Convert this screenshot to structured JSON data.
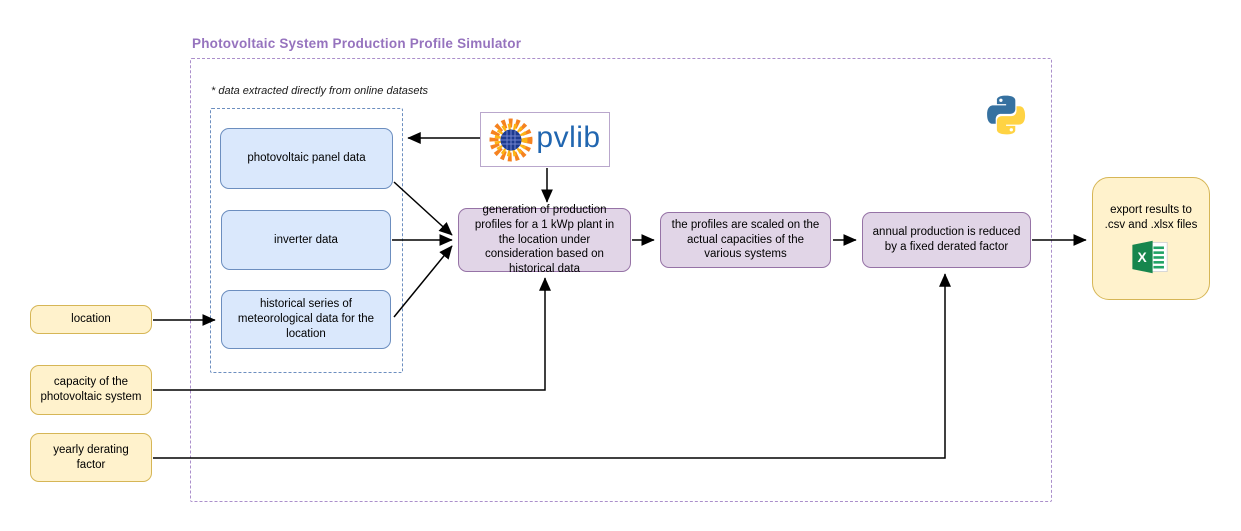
{
  "diagram": {
    "title": "Photovoltaic System Production Profile Simulator",
    "note": "* data extracted directly from online datasets",
    "nodes": {
      "pv_panel": {
        "label": "photovoltaic panel data"
      },
      "inverter": {
        "label": "inverter data"
      },
      "historical": {
        "label": "historical series of meteorological data for the location"
      },
      "generation": {
        "label": "generation of production profiles for a 1 kWp plant in the location under consideration based on historical data"
      },
      "scaling": {
        "label": "the profiles are scaled on the actual capacities of the various systems"
      },
      "derating": {
        "label": "annual production is reduced by a fixed derated factor"
      },
      "location": {
        "label": "location"
      },
      "capacity": {
        "label": "capacity of the photovoltaic system"
      },
      "yearly_derating": {
        "label": "yearly derating factor"
      },
      "export": {
        "label": "export results to .csv and .xlsx files"
      }
    },
    "logos": {
      "pvlib_wordmark": "pvlib",
      "pvlib_icon": "pvlib-sun-icon",
      "python_icon": "python-logo-icon",
      "excel_icon": "excel-logo-icon"
    },
    "colors": {
      "title": "#9673be",
      "outer_border": "#ab8fcb",
      "inner_border": "#6c8ebf",
      "blue_fill": "#dae8fc",
      "blue_border": "#6c8ebf",
      "purple_fill": "#e1d5e7",
      "purple_border": "#9673a6",
      "yellow_fill": "#fff2cc",
      "yellow_border": "#d6b656",
      "pvlib_text": "#2166b0",
      "arrow": "#000000"
    }
  }
}
